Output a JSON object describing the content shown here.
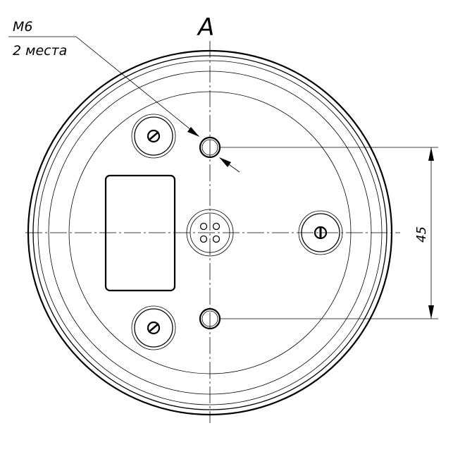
{
  "drawing": {
    "view_label": "A",
    "thread_callout": {
      "size": "M6",
      "quantity": "2 места"
    },
    "dimension_vertical": "45"
  }
}
